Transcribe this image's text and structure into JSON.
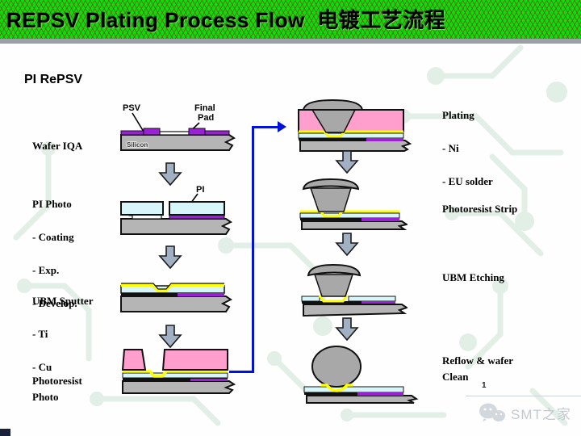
{
  "header": {
    "title": "REPSV Plating Process Flow  电镀工艺流程"
  },
  "slide_title": "PI RePSV",
  "flow": {
    "left_steps": [
      {
        "label": "Wafer IQA"
      },
      {
        "label": "PI Photo",
        "sub": [
          "- Coating",
          "- Exp.",
          "- Develop."
        ]
      },
      {
        "label": "UBM Sputter",
        "sub": [
          "- Ti",
          "- Cu"
        ]
      },
      {
        "label": "Photoresist\nPhoto"
      }
    ],
    "right_steps": [
      {
        "label": "Plating",
        "sub": [
          "- Ni",
          "- EU solder"
        ]
      },
      {
        "label": "Photoresist Strip"
      },
      {
        "label": "UBM Etching"
      },
      {
        "label": "Reflow & wafer\nClean"
      }
    ]
  },
  "annotations": {
    "psv": "PSV",
    "final": "Final",
    "pad": "Pad",
    "silicon": "Silicon",
    "pi": "PI"
  },
  "footer": {
    "page_number": "1",
    "watermark": "SMT之家"
  },
  "colors": {
    "header_green": "#00e40a",
    "hatch_red": "#96371a",
    "psv_purple": "#9b1fd6",
    "pi_cyan": "#d6f6fa",
    "ubm_yellow": "#ffff00",
    "resist_pink": "#ff9fce",
    "metal_gray": "#a8a8a8",
    "substrate_gray": "#b5b5b5",
    "connector_blue": "#0010dd",
    "arrow_fill": "#a2b0c4"
  }
}
